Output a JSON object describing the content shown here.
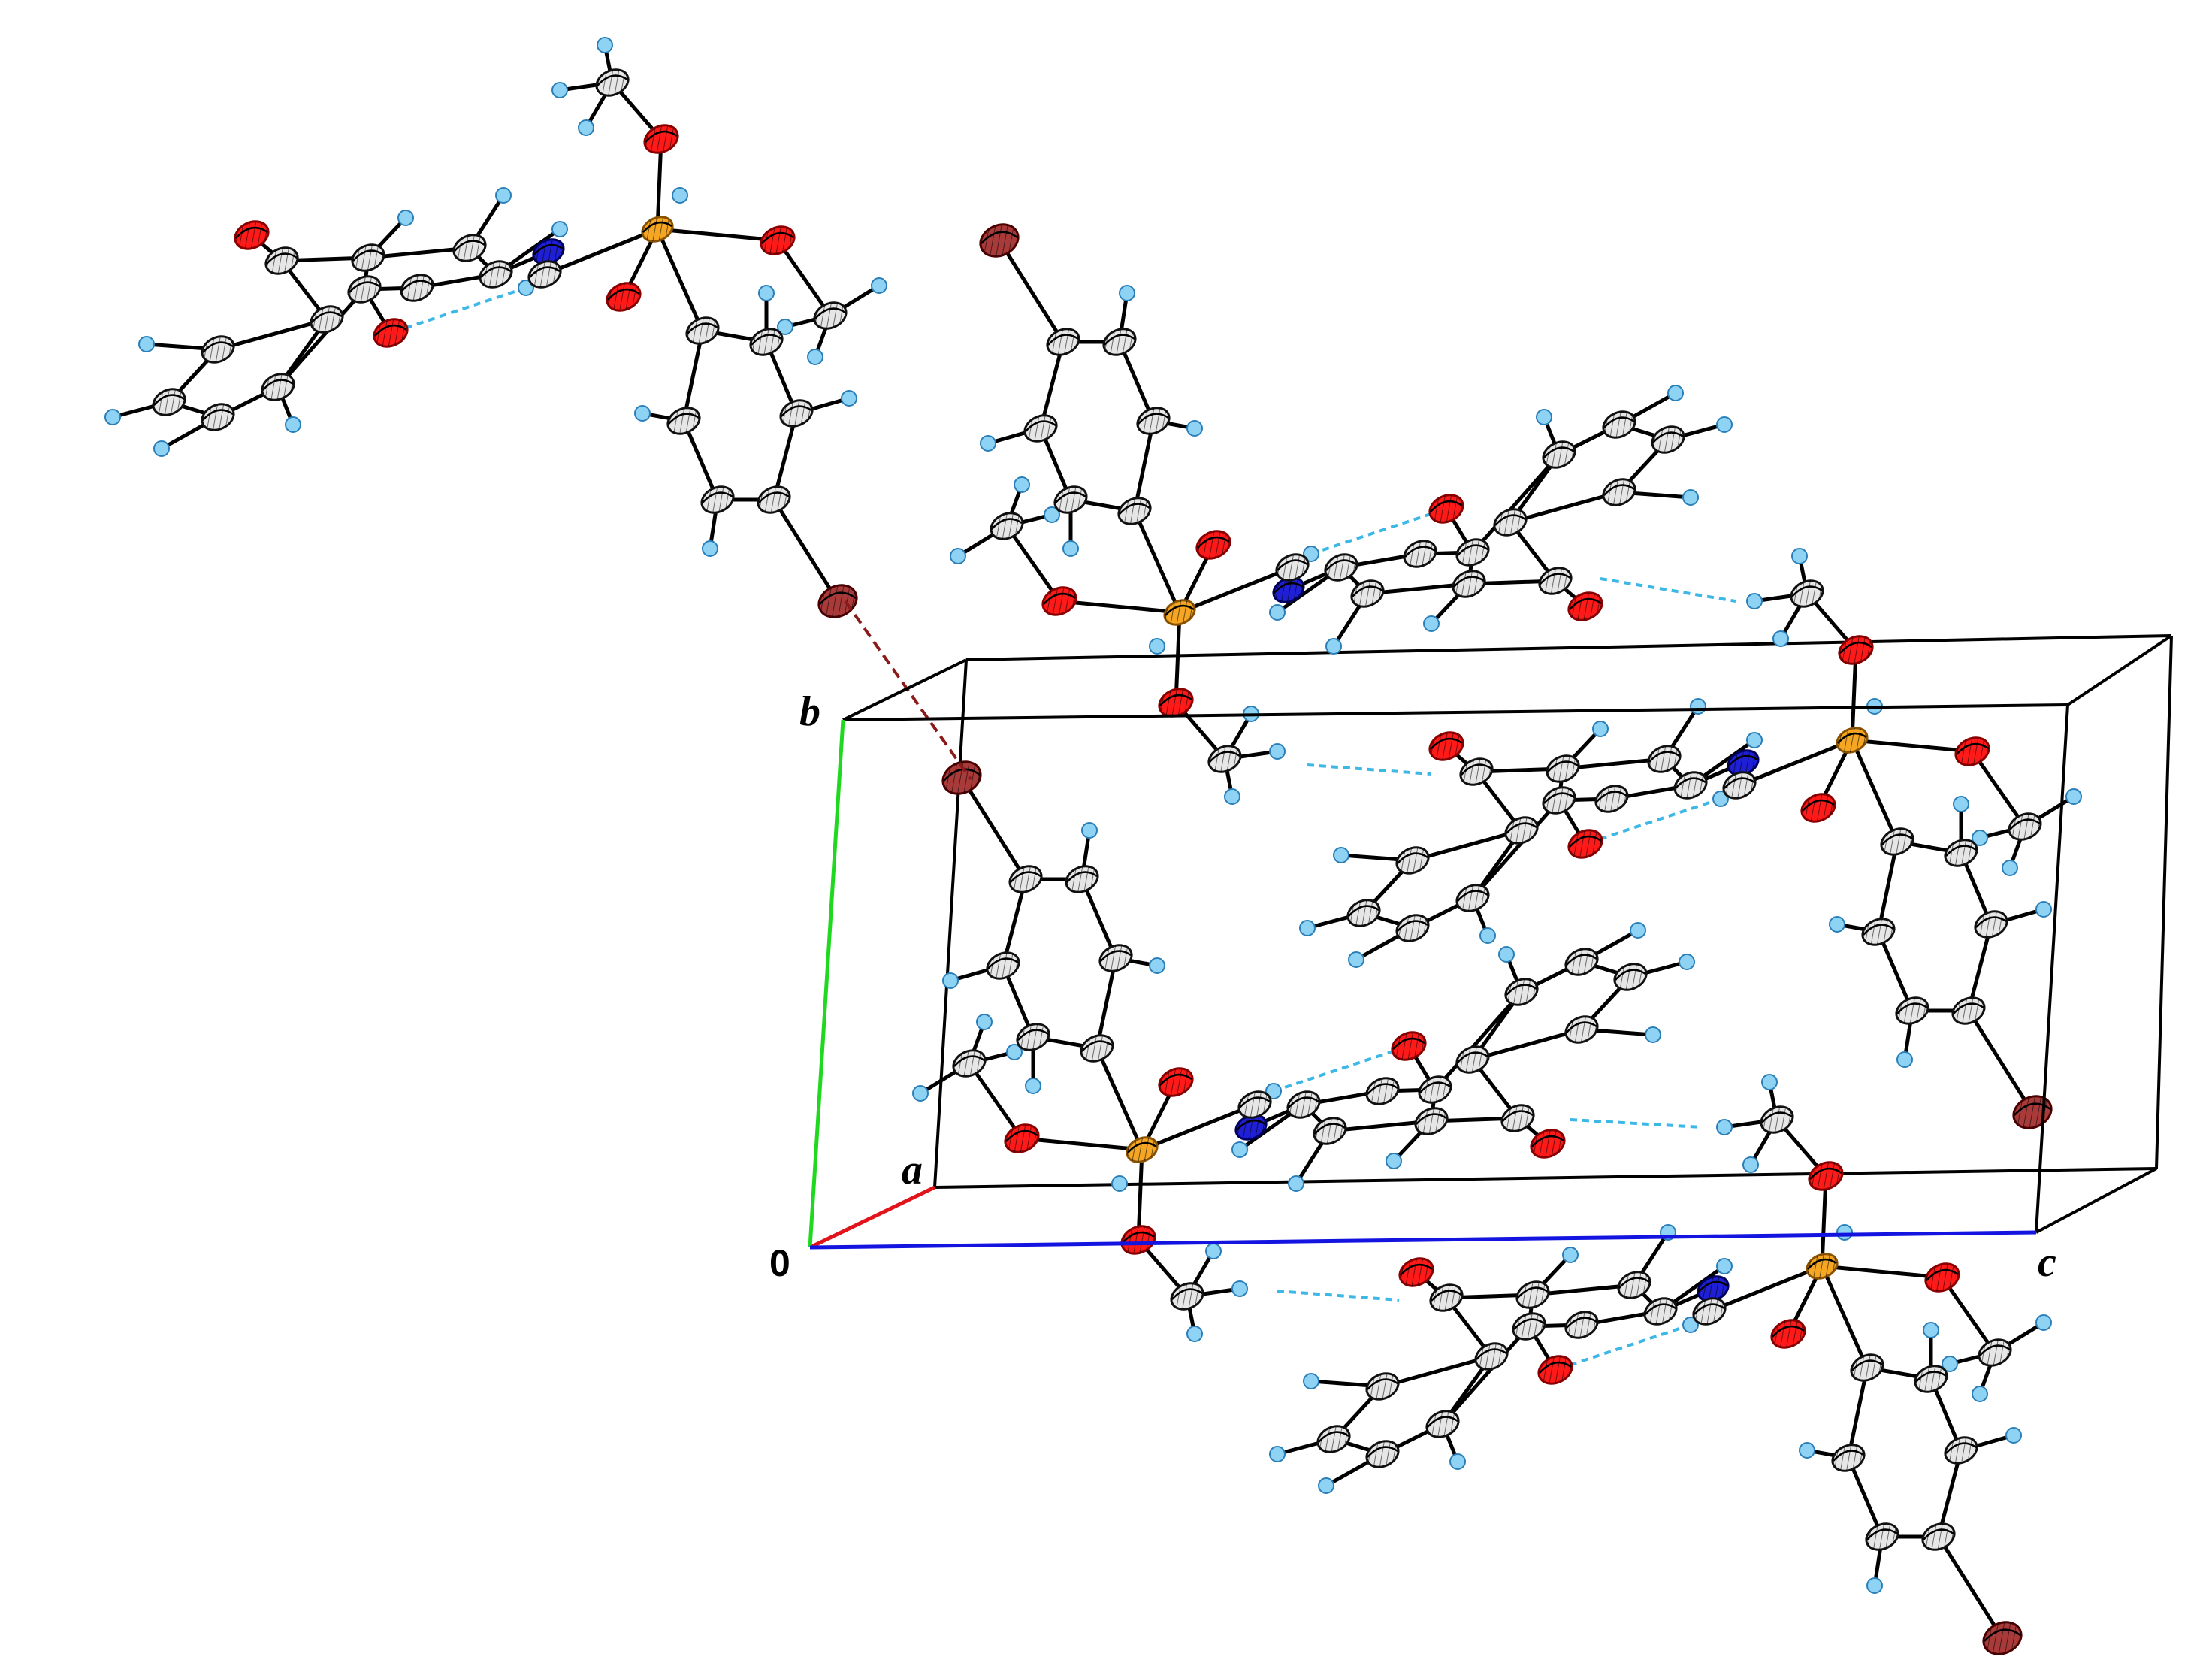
{
  "figure": {
    "type": "crystal packing diagram",
    "colors": {
      "carbon": "#e6e6e6",
      "carbon_stroke": "#111111",
      "hydrogen": "#8fd3f4",
      "hydrogen_stroke": "#2a7fb8",
      "oxygen": "#ff1a1a",
      "nitrogen": "#1f1fd6",
      "phosphorus": "#f5a623",
      "bromine": "#a93a3a",
      "bond": "#000000",
      "h_bond": "#3db8e6",
      "halogen_bond": "#8b1a1a",
      "axis_a": "#e0141a",
      "axis_b": "#1fd81f",
      "axis_c": "#1414e0",
      "cell_edge": "#000000"
    },
    "axis_labels": {
      "a": "a",
      "b": "b",
      "c": "c",
      "origin": "0"
    }
  }
}
